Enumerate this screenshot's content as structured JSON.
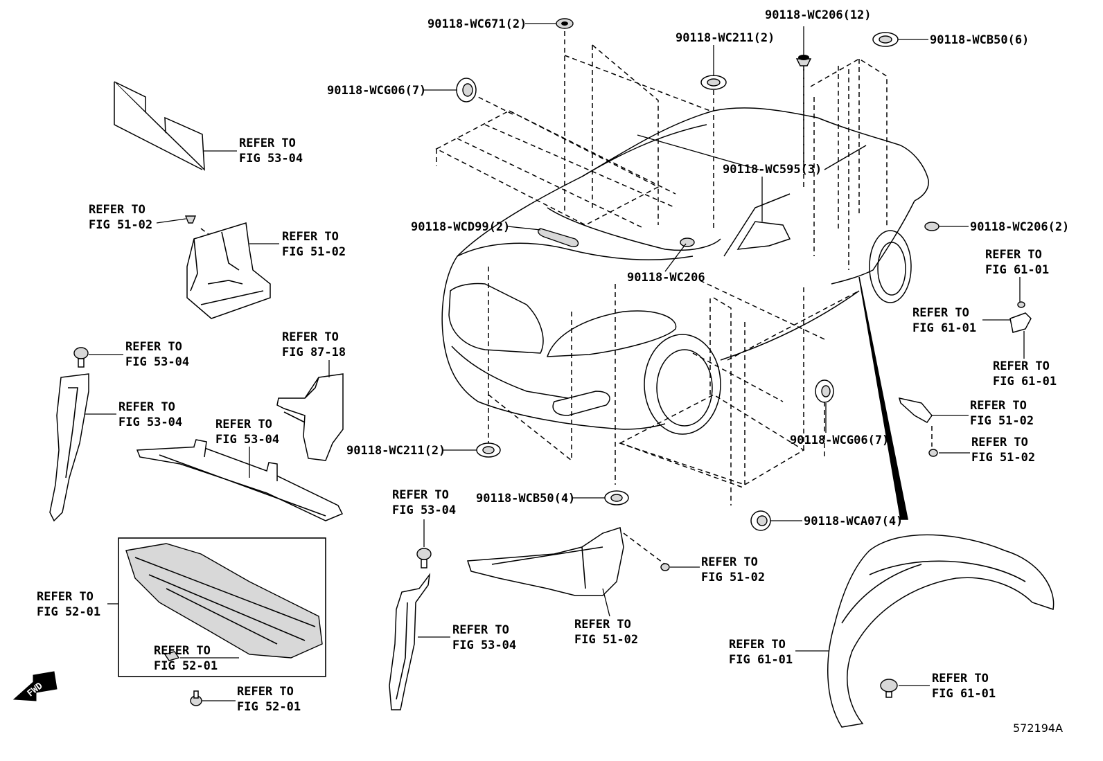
{
  "labels": {
    "wc671": "90118-WC671(2)",
    "wc206_12": "90118-WC206(12)",
    "wc211_top": "90118-WC211(2)",
    "wcb50_6": "90118-WCB50(6)",
    "wcg06_top": "90118-WCG06(7)",
    "wc595": "90118-WC595(3)",
    "wcd99": "90118-WCD99(2)",
    "wc206_2": "90118-WC206(2)",
    "wc206": "90118-WC206",
    "wc211_bottom": "90118-WC211(2)",
    "wcg06_bottom": "90118-WCG06(7)",
    "wcb50_4": "90118-WCB50(4)",
    "wca07": "90118-WCA07(4)"
  },
  "refers": [
    {
      "id": "r1",
      "line1": "REFER TO",
      "line2": "FIG 53-04"
    },
    {
      "id": "r2",
      "line1": "REFER TO",
      "line2": "FIG 51-02"
    },
    {
      "id": "r3",
      "line1": "REFER TO",
      "line2": "FIG 51-02"
    },
    {
      "id": "r4",
      "line1": "REFER TO",
      "line2": "FIG 53-04"
    },
    {
      "id": "r5",
      "line1": "REFER TO",
      "line2": "FIG 87-18"
    },
    {
      "id": "r6",
      "line1": "REFER TO",
      "line2": "FIG 53-04"
    },
    {
      "id": "r7",
      "line1": "REFER TO",
      "line2": "FIG 53-04"
    },
    {
      "id": "r8",
      "line1": "REFER TO",
      "line2": "FIG 52-01"
    },
    {
      "id": "r9",
      "line1": "REFER TO",
      "line2": "FIG 52-01"
    },
    {
      "id": "r10",
      "line1": "REFER TO",
      "line2": "FIG 52-01"
    },
    {
      "id": "r11",
      "line1": "REFER TO",
      "line2": "FIG 53-04"
    },
    {
      "id": "r12",
      "line1": "REFER TO",
      "line2": "FIG 53-04"
    },
    {
      "id": "r13",
      "line1": "REFER TO",
      "line2": "FIG 51-02"
    },
    {
      "id": "r14",
      "line1": "REFER TO",
      "line2": "FIG 51-02"
    },
    {
      "id": "r15",
      "line1": "REFER TO",
      "line2": "FIG 61-01"
    },
    {
      "id": "r16",
      "line1": "REFER TO",
      "line2": "FIG 61-01"
    },
    {
      "id": "r17",
      "line1": "REFER TO",
      "line2": "FIG 61-01"
    },
    {
      "id": "r18",
      "line1": "REFER TO",
      "line2": "FIG 51-02"
    },
    {
      "id": "r19",
      "line1": "REFER TO",
      "line2": "FIG 51-02"
    },
    {
      "id": "r20",
      "line1": "REFER TO",
      "line2": "FIG 61-01"
    },
    {
      "id": "r21",
      "line1": "REFER TO",
      "line2": "FIG 61-01"
    }
  ],
  "fwd_label": "FWD",
  "figure_id": "572194A",
  "colors": {
    "ink": "#000000",
    "background": "#ffffff",
    "part_fill": "#d8d8d8"
  }
}
